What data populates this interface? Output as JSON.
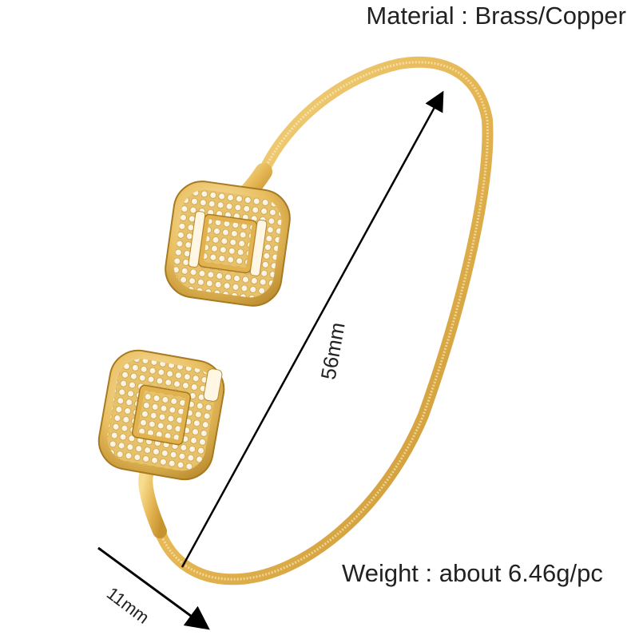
{
  "product": {
    "material_text": "Material : Brass/Copper",
    "weight_text": "Weight : about 6.46g/pc"
  },
  "dimensions": {
    "length_label": "56mm",
    "width_label": "11mm"
  },
  "colors": {
    "gold_light": "#f4d27e",
    "gold_mid": "#e2b24f",
    "gold_dark": "#b9872c",
    "stone": "#fbf3df",
    "arrow": "#000000",
    "text": "#222222"
  },
  "icons": [
    "bangle-image",
    "dimension-arrow-icon"
  ]
}
